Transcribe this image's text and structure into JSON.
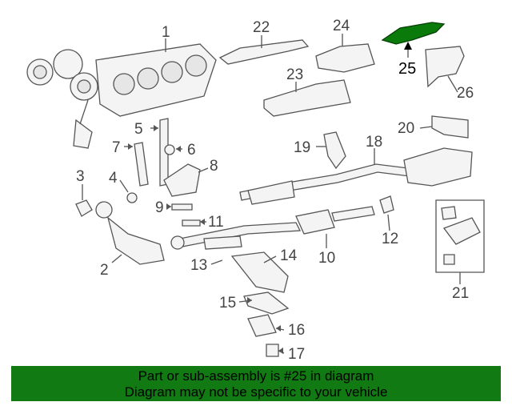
{
  "diagram": {
    "highlight_color": "#127a12",
    "callouts": [
      {
        "id": "1",
        "label": "1"
      },
      {
        "id": "2",
        "label": "2"
      },
      {
        "id": "3",
        "label": "3"
      },
      {
        "id": "4",
        "label": "4"
      },
      {
        "id": "5",
        "label": "5"
      },
      {
        "id": "6",
        "label": "6"
      },
      {
        "id": "7",
        "label": "7"
      },
      {
        "id": "8",
        "label": "8"
      },
      {
        "id": "9",
        "label": "9"
      },
      {
        "id": "10",
        "label": "10"
      },
      {
        "id": "11",
        "label": "11"
      },
      {
        "id": "12",
        "label": "12"
      },
      {
        "id": "13",
        "label": "13"
      },
      {
        "id": "14",
        "label": "14"
      },
      {
        "id": "15",
        "label": "15"
      },
      {
        "id": "16",
        "label": "16"
      },
      {
        "id": "17",
        "label": "17"
      },
      {
        "id": "18",
        "label": "18"
      },
      {
        "id": "19",
        "label": "19"
      },
      {
        "id": "20",
        "label": "20"
      },
      {
        "id": "21",
        "label": "21"
      },
      {
        "id": "22",
        "label": "22"
      },
      {
        "id": "23",
        "label": "23"
      },
      {
        "id": "24",
        "label": "24"
      },
      {
        "id": "25",
        "label": "25",
        "highlighted": true
      },
      {
        "id": "26",
        "label": "26"
      }
    ]
  },
  "banner": {
    "line1": "Part or sub-assembly is #25 in diagram",
    "line2": "Diagram may not be specific to your vehicle",
    "background": "#127a12"
  }
}
